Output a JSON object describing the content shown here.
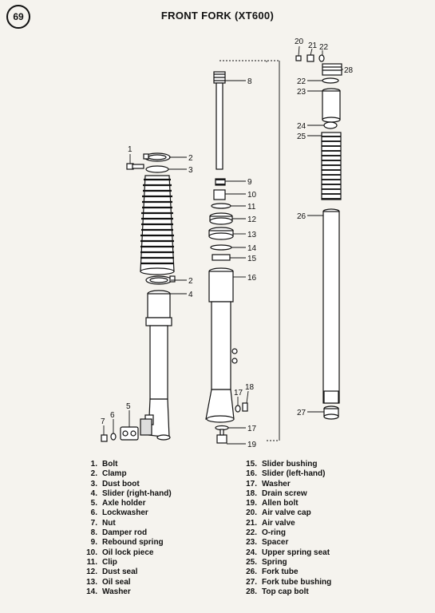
{
  "figure": {
    "number": "69",
    "title": "FRONT FORK (XT600)"
  },
  "callouts": [
    "1",
    "2",
    "3",
    "2",
    "4",
    "5",
    "6",
    "7",
    "8",
    "9",
    "10",
    "11",
    "12",
    "13",
    "14",
    "15",
    "16",
    "17",
    "18",
    "17",
    "19",
    "20",
    "21",
    "22",
    "28",
    "22",
    "23",
    "24",
    "25",
    "26",
    "27"
  ],
  "legend": [
    {
      "num": "1.",
      "label": "Bolt"
    },
    {
      "num": "2.",
      "label": "Clamp"
    },
    {
      "num": "3.",
      "label": "Dust boot"
    },
    {
      "num": "4.",
      "label": "Slider (right-hand)"
    },
    {
      "num": "5.",
      "label": "Axle holder"
    },
    {
      "num": "6.",
      "label": "Lockwasher"
    },
    {
      "num": "7.",
      "label": "Nut"
    },
    {
      "num": "8.",
      "label": "Damper rod"
    },
    {
      "num": "9.",
      "label": "Rebound spring"
    },
    {
      "num": "10.",
      "label": "Oil lock piece"
    },
    {
      "num": "11.",
      "label": "Clip"
    },
    {
      "num": "12.",
      "label": "Dust seal"
    },
    {
      "num": "13.",
      "label": "Oil seal"
    },
    {
      "num": "14.",
      "label": "Washer"
    },
    {
      "num": "15.",
      "label": "Slider bushing"
    },
    {
      "num": "16.",
      "label": "Slider (left-hand)"
    },
    {
      "num": "17.",
      "label": "Washer"
    },
    {
      "num": "18.",
      "label": "Drain screw"
    },
    {
      "num": "19.",
      "label": "Allen bolt"
    },
    {
      "num": "20.",
      "label": "Air valve cap"
    },
    {
      "num": "21.",
      "label": "Air valve"
    },
    {
      "num": "22.",
      "label": "O-ring"
    },
    {
      "num": "23.",
      "label": "Spacer"
    },
    {
      "num": "24.",
      "label": "Upper spring seat"
    },
    {
      "num": "25.",
      "label": "Spring"
    },
    {
      "num": "26.",
      "label": "Fork tube"
    },
    {
      "num": "27.",
      "label": "Fork tube bushing"
    },
    {
      "num": "28.",
      "label": "Top cap bolt"
    }
  ]
}
